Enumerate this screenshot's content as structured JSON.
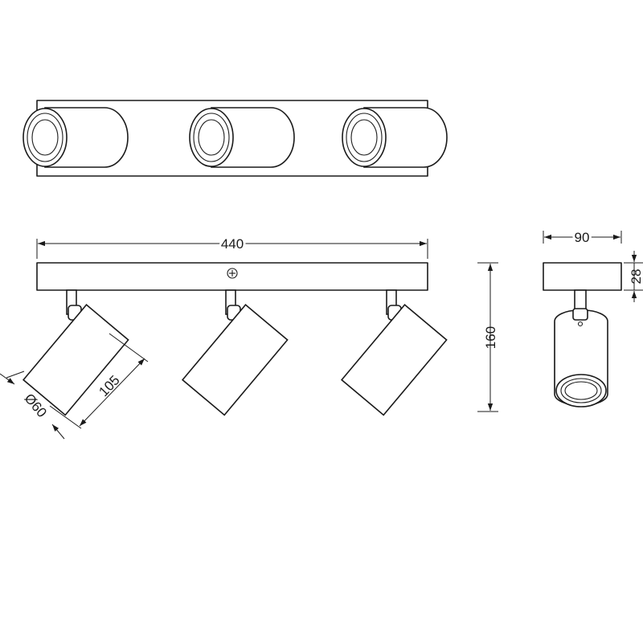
{
  "dimensions": {
    "width": "440",
    "height": "160",
    "depth": "90",
    "base_height": "28",
    "head_length": "105",
    "head_diameter": "Ø60"
  },
  "line_color": "#1a1a1a"
}
